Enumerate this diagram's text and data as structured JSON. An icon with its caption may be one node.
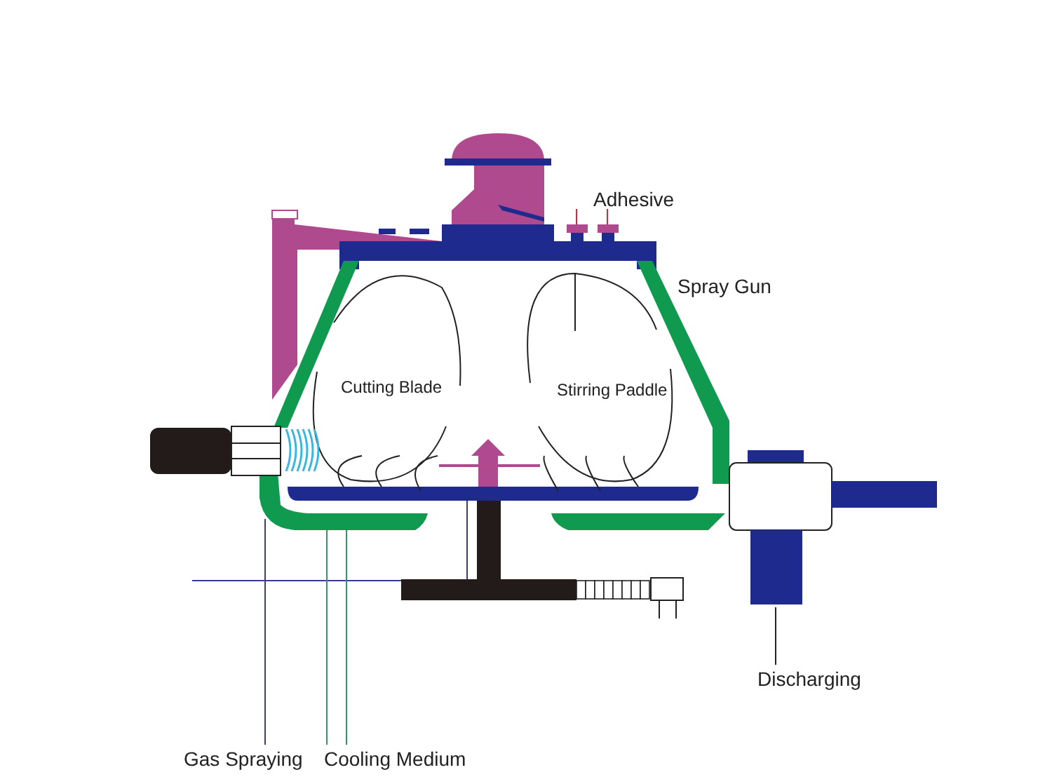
{
  "diagram": {
    "nodes": [
      {
        "text": [
          "Gas Spraying"
        ]
      },
      {
        "text": [
          "Cooling Medium"
        ]
      },
      {
        "text": [
          "Discharging"
        ]
      }
    ],
    "edges": [
      {
        "from": 0,
        "to": null,
        "arrow": "none",
        "color": "#3a3a90"
      },
      {
        "from": 1,
        "to": null,
        "arrow": "none"
      },
      {
        "from": 1,
        "to": null,
        "arrow": "none"
      },
      {
        "from": 2,
        "to": null,
        "arrow": "none",
        "color": "#222222"
      }
    ],
    "labels": [
      "Adhesive",
      "Spray Gun",
      "Cutting Blade",
      "Stirring Paddle"
    ]
  }
}
